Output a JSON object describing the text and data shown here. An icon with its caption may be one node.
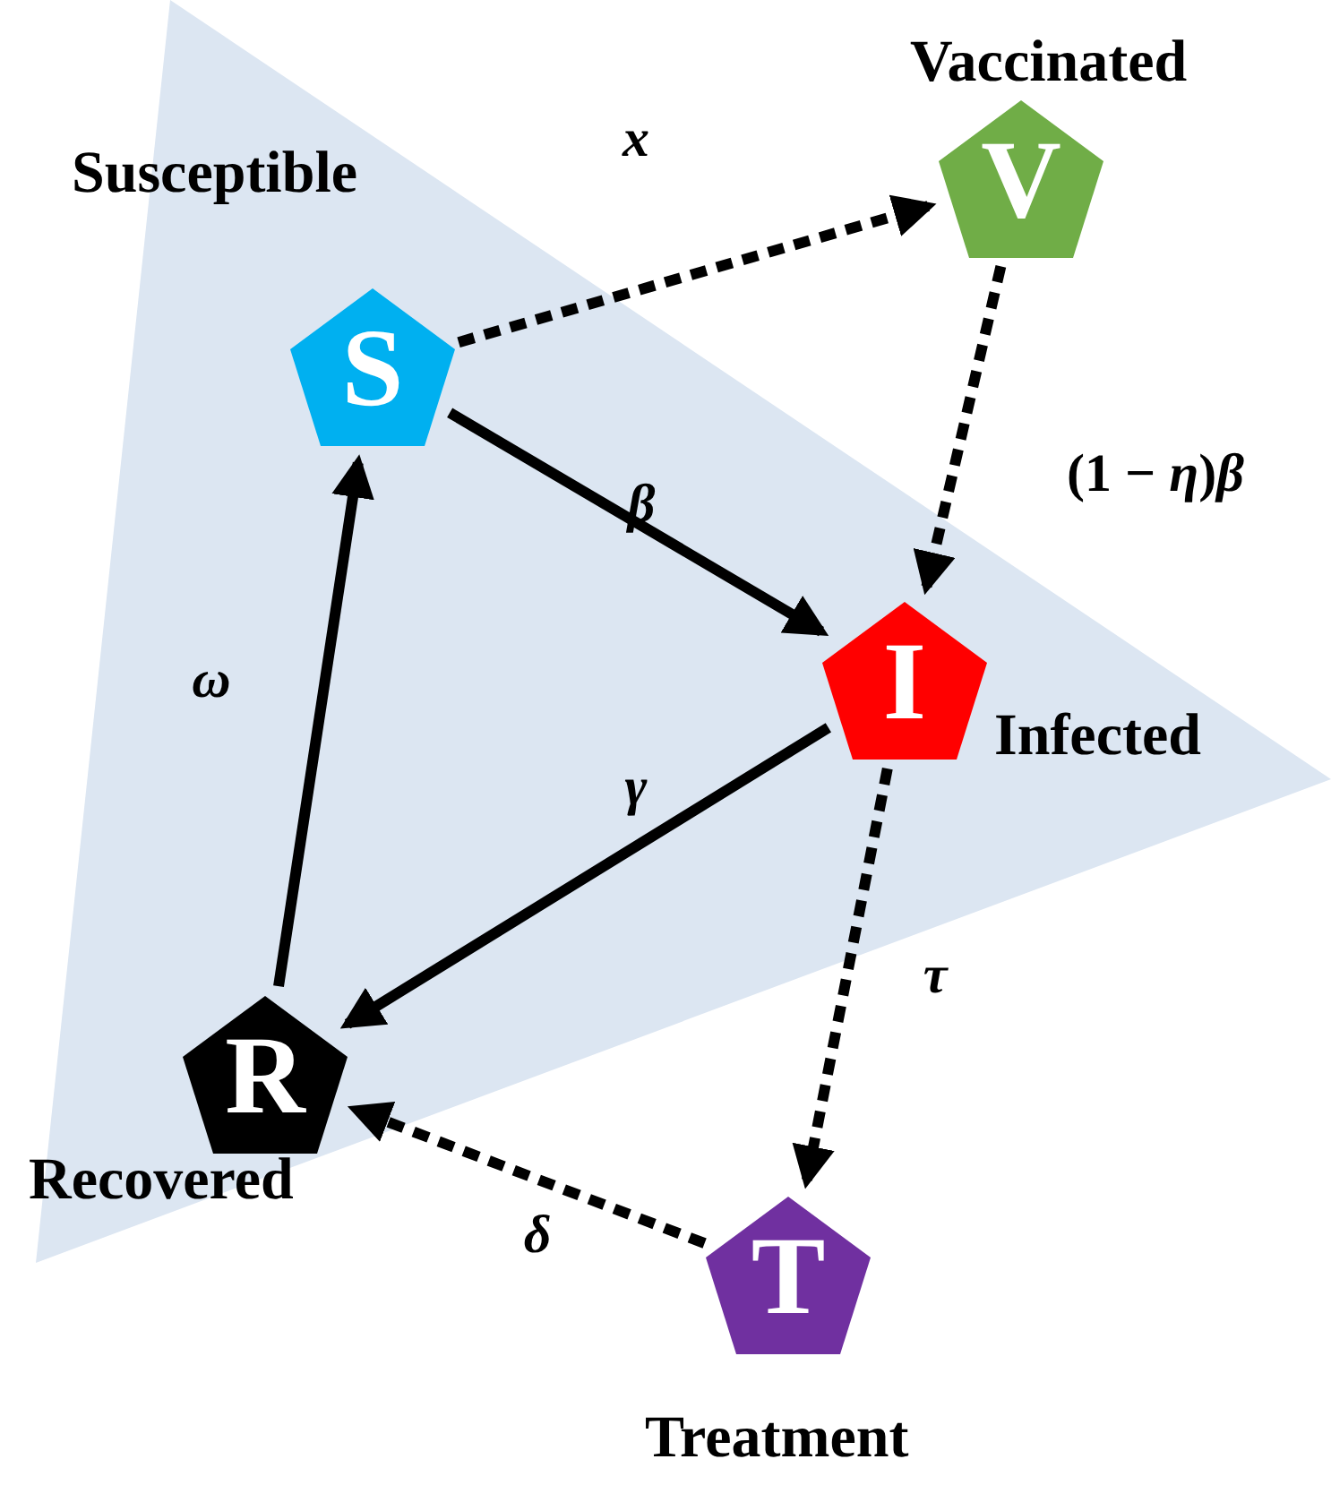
{
  "diagram": {
    "nodes": [
      {
        "text": [
          "S"
        ],
        "beside": [
          "Susceptible"
        ]
      },
      {
        "text": [
          "V"
        ],
        "beside": [
          "Vaccinated"
        ]
      },
      {
        "text": [
          "I"
        ],
        "beside": [
          "Infected"
        ]
      },
      {
        "text": [
          "R"
        ],
        "beside": [
          "Recovered"
        ]
      },
      {
        "text": [
          "T"
        ],
        "beside": [
          "Treatment"
        ]
      }
    ],
    "edges": [
      {
        "from": 0,
        "to": 1,
        "arrow": "to",
        "label": "*x*",
        "style": "dashed"
      },
      {
        "from": 1,
        "to": 2,
        "arrow": "to",
        "label": "(1 − *η*)*β*",
        "style": "dashed"
      },
      {
        "from": 0,
        "to": 2,
        "arrow": "to",
        "label": "*β*"
      },
      {
        "from": 2,
        "to": 3,
        "arrow": "to",
        "label": "*γ*"
      },
      {
        "from": 3,
        "to": 0,
        "arrow": "to",
        "label": "*ω*"
      },
      {
        "from": 2,
        "to": 4,
        "arrow": "to",
        "label": "*τ*",
        "style": "dashed"
      },
      {
        "from": 4,
        "to": 3,
        "arrow": "to",
        "label": "*δ*",
        "style": "dashed"
      }
    ]
  }
}
